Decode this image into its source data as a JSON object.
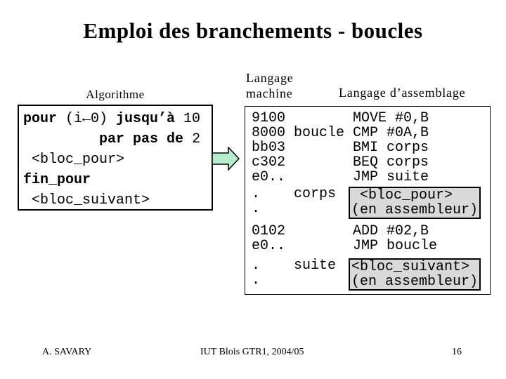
{
  "title": "Emploi des branchements - boucles",
  "algorithm": {
    "heading": "Algorithme",
    "lines": [
      [
        {
          "text": "pour",
          "bold": true
        },
        {
          "text": " (i←0) ",
          "bold": false
        },
        {
          "text": "jusqu’à",
          "bold": true
        },
        {
          "text": " 10",
          "bold": false
        }
      ],
      [
        {
          "text": "         ",
          "bold": false
        },
        {
          "text": "par pas de",
          "bold": true
        },
        {
          "text": " 2",
          "bold": false
        }
      ],
      [
        {
          "text": " <bloc_pour>",
          "bold": false
        }
      ],
      [
        {
          "text": "fin_pour",
          "bold": true
        }
      ],
      [
        {
          "text": " <bloc_suivant>",
          "bold": false
        }
      ]
    ]
  },
  "machine": {
    "heading_line1": "Langage",
    "heading_line2": "machine",
    "assembly_heading": "Langage d’assemblage",
    "rows": [
      {
        "code": "9100",
        "label": "",
        "asm": "MOVE #0,B"
      },
      {
        "code": "8000",
        "label": "boucle",
        "asm": "CMP #0A,B"
      },
      {
        "code": "bb03",
        "label": "",
        "asm": "BMI corps"
      },
      {
        "code": "c302",
        "label": "",
        "asm": "BEQ corps"
      },
      {
        "code": "e0..",
        "label": "",
        "asm": "JMP suite"
      },
      {
        "block": true,
        "code": ".\n.",
        "label": "corps",
        "box": [
          " <bloc_pour>",
          "(en assembleur)"
        ]
      },
      {
        "code": "0102",
        "label": "",
        "asm": "ADD #02,B"
      },
      {
        "code": "e0..",
        "label": "",
        "asm": "JMP boucle"
      },
      {
        "block": true,
        "code": ".\n.",
        "label": "suite",
        "box": [
          "<bloc_suivant>",
          "(en assembleur)"
        ]
      }
    ]
  },
  "footer": {
    "author": "A. SAVARY",
    "course": "IUT Blois GTR1, 2004/05",
    "page": "16"
  },
  "colors": {
    "arrow_fill": "#b7ecce",
    "block_box_bg": "#d9d9d9"
  }
}
